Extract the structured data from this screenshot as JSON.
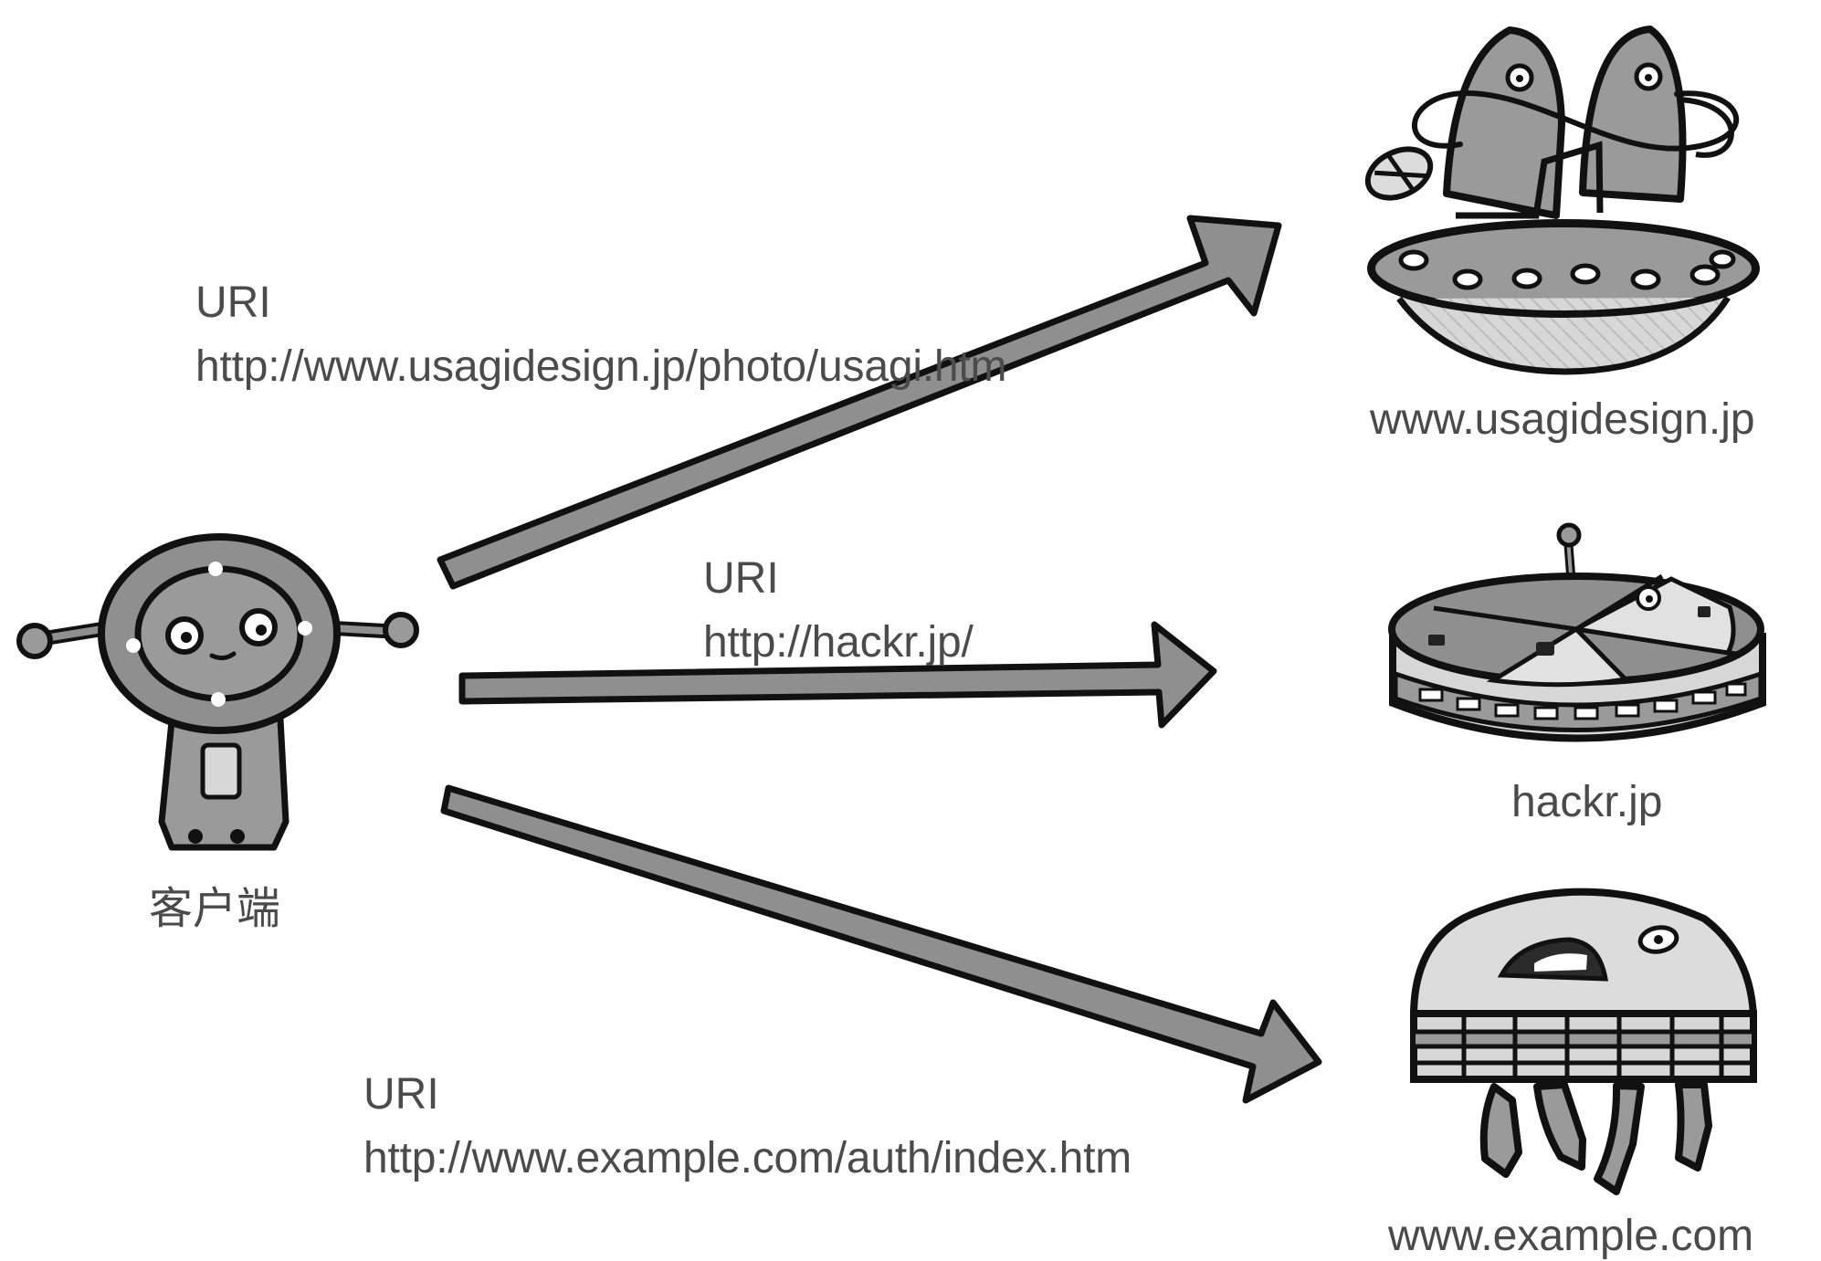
{
  "client": {
    "label": "客户端",
    "icon": "client-robot-icon"
  },
  "servers": [
    {
      "host": "www.usagidesign.jp",
      "icon": "server-rabbit-ufo-icon"
    },
    {
      "host": "hackr.jp",
      "icon": "server-disc-ufo-icon"
    },
    {
      "host": "www.example.com",
      "icon": "server-jellyfish-ufo-icon"
    }
  ],
  "requests": [
    {
      "title": "URI",
      "url": "http://www.usagidesign.jp/photo/usagi.htm",
      "target": "www.usagidesign.jp"
    },
    {
      "title": "URI",
      "url": "http://hackr.jp/",
      "target": "hackr.jp"
    },
    {
      "title": "URI",
      "url": "http://www.example.com/auth/index.htm",
      "target": "www.example.com"
    }
  ],
  "colors": {
    "arrow_fill": "#8f8f8f",
    "outline": "#111111",
    "body_gray": "#9a9a9a",
    "light_gray": "#dedede",
    "text": "#4a4a4a"
  }
}
